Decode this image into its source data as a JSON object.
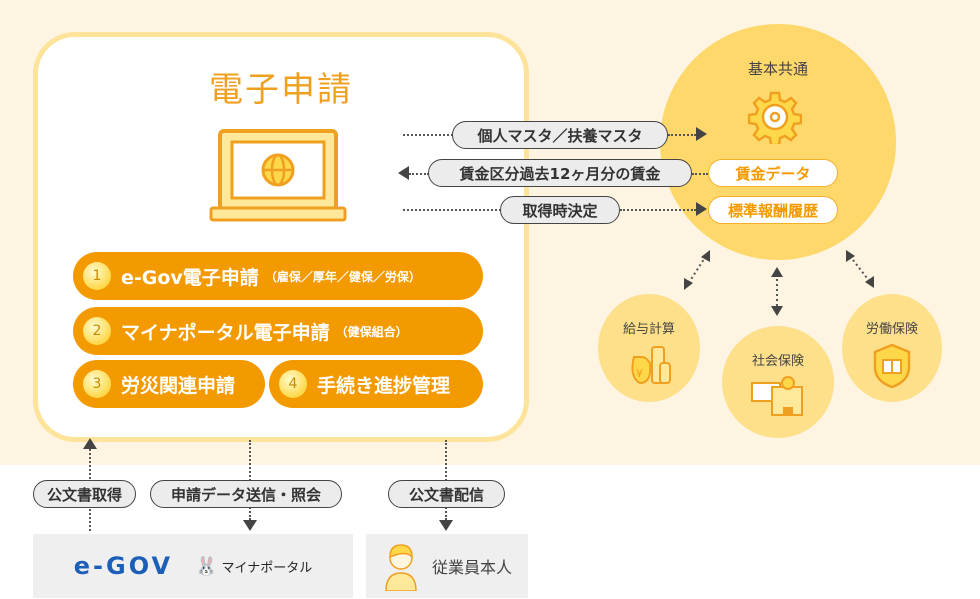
{
  "panel": {
    "title": "電子申請",
    "items": [
      {
        "num": "1",
        "label": "e-Gov電子申請",
        "sub": "（雇保／厚年／健保／労保）"
      },
      {
        "num": "2",
        "label": "マイナポータル電子申請",
        "sub": "（健保組合）"
      },
      {
        "num": "3",
        "label": "労災関連申請",
        "sub": ""
      },
      {
        "num": "4",
        "label": "手続き進捗管理",
        "sub": ""
      }
    ]
  },
  "flows": {
    "master": "個人マスタ／扶養マスタ",
    "wage_history": "賃金区分過去12ヶ月分の賃金",
    "acquisition": "取得時決定"
  },
  "core": {
    "title": "基本共通",
    "wage_data": "賃金データ",
    "standard_history": "標準報酬履歴"
  },
  "modules": [
    {
      "label": "給与計算"
    },
    {
      "label": "社会保険"
    },
    {
      "label": "労働保険"
    }
  ],
  "bottom": {
    "doc_get": "公文書取得",
    "send_query": "申請データ送信・照会",
    "doc_deliver": "公文書配信",
    "egov_logo": "e-GOV",
    "myna_logo": "マイナポータル",
    "employee": "従業員本人"
  },
  "colors": {
    "accent": "#f29a00",
    "cream": "#fdf4e1",
    "yellow": "#fed86a"
  }
}
